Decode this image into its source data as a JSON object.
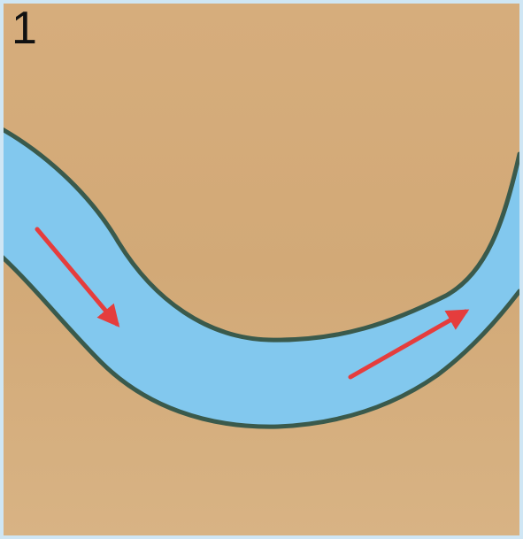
{
  "diagram": {
    "step_number": "1",
    "colors": {
      "ground": "#d4ab7a",
      "water": "#82c8ee",
      "bank_outline": "#3a5a4c",
      "flow_arrow": "#e53d3d",
      "frame": "#cfe6f4"
    },
    "elements": {
      "river": "river-channel",
      "arrows": [
        "flow-arrow-left",
        "flow-arrow-right"
      ]
    }
  }
}
